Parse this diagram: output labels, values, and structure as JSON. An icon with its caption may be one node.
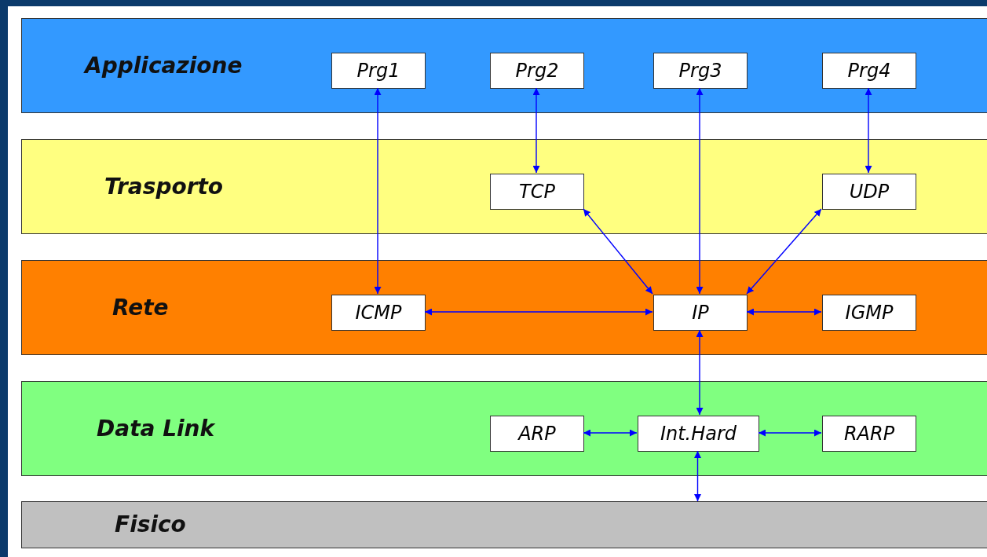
{
  "diagram": {
    "nodes": [
      {
        "text": [
          "Applicazione"
        ]
      },
      {
        "text": [
          "Prg1"
        ],
        "in": 0
      },
      {
        "text": [
          "Prg2"
        ],
        "in": 0
      },
      {
        "text": [
          "Prg3"
        ],
        "in": 0
      },
      {
        "text": [
          "Prg4"
        ],
        "in": 0
      },
      {
        "text": [
          "Trasporto"
        ]
      },
      {
        "text": [
          "TCP"
        ],
        "in": 5
      },
      {
        "text": [
          "UDP"
        ],
        "in": 5
      },
      {
        "text": [
          "Rete"
        ]
      },
      {
        "text": [
          "ICMP"
        ],
        "in": 8
      },
      {
        "text": [
          "IP"
        ],
        "in": 8
      },
      {
        "text": [
          "IGMP"
        ],
        "in": 8
      },
      {
        "text": [
          "Data Link"
        ]
      },
      {
        "text": [
          "ARP"
        ],
        "in": 12
      },
      {
        "text": [
          "Int.Hard"
        ],
        "in": 12
      },
      {
        "text": [
          "RARP"
        ],
        "in": 12
      },
      {
        "text": [
          "Fisico"
        ]
      }
    ],
    "edges": [
      {
        "from": 1,
        "to": 9,
        "arrow": "both"
      },
      {
        "from": 2,
        "to": 6,
        "arrow": "both"
      },
      {
        "from": 3,
        "to": 10,
        "arrow": "both"
      },
      {
        "from": 4,
        "to": 7,
        "arrow": "both"
      },
      {
        "from": 6,
        "to": 10,
        "arrow": "both"
      },
      {
        "from": 7,
        "to": 10,
        "arrow": "both"
      },
      {
        "from": 9,
        "to": 10,
        "arrow": "both"
      },
      {
        "from": 10,
        "to": 11,
        "arrow": "both"
      },
      {
        "from": 10,
        "to": 14,
        "arrow": "both"
      },
      {
        "from": 13,
        "to": 14,
        "arrow": "both"
      },
      {
        "from": 14,
        "to": 15,
        "arrow": "both"
      },
      {
        "from": 14,
        "to": 16,
        "arrow": "both"
      }
    ]
  }
}
